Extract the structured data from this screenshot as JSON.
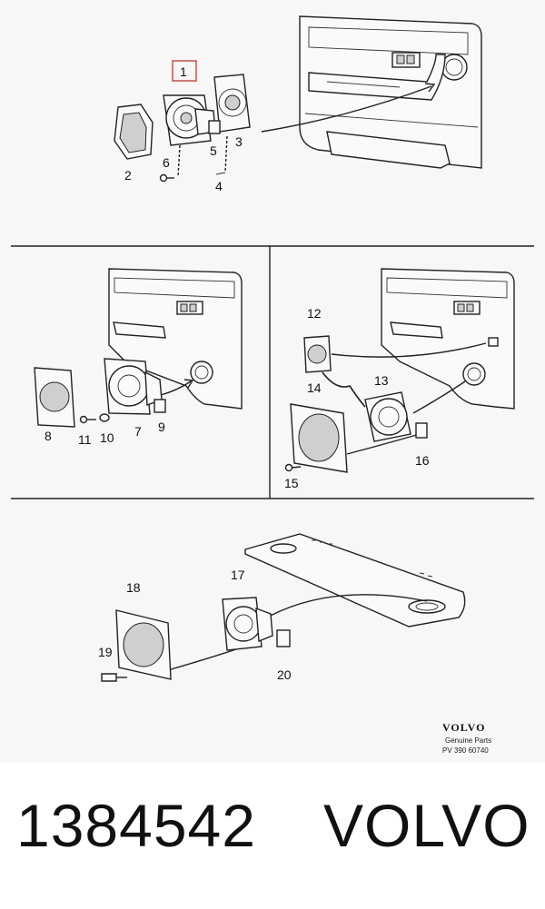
{
  "callouts": [
    "1",
    "2",
    "3",
    "4",
    "5",
    "6",
    "7",
    "8",
    "9",
    "10",
    "11",
    "12",
    "13",
    "14",
    "15",
    "16",
    "17",
    "18",
    "19",
    "20"
  ],
  "stamp": {
    "brand": "VOLVO",
    "line1": "Genuine Parts",
    "line2": "PV 390 60740"
  },
  "footer": {
    "part_number": "1384542",
    "brand": "VOLVO"
  },
  "colors": {
    "highlight": "#d9534f",
    "line": "#222222",
    "background": "#f7f7f7"
  }
}
